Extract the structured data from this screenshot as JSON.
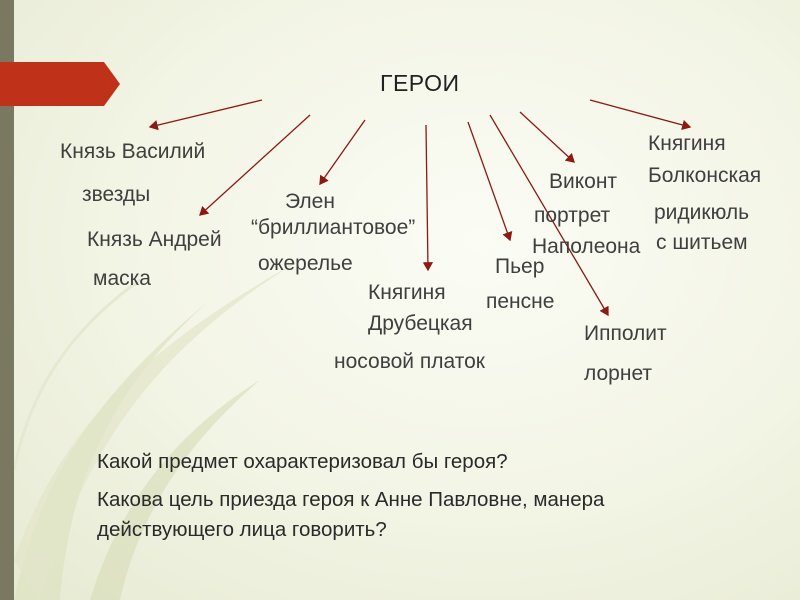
{
  "slide": {
    "title": "ГЕРОИ",
    "heroes": {
      "vasily_name": "Князь Василий",
      "vasily_item": "звезды",
      "andrey_name": "Князь Андрей",
      "andrey_item": "маска",
      "elen_name": "Элен",
      "elen_item_line1": "“бриллиантовое”",
      "elen_item_line2": "ожерелье",
      "drubetskaya_line1": "Княгиня",
      "drubetskaya_line2": "Друбецкая",
      "drubetskaya_item": "носовой платок",
      "pierre_name": "Пьер",
      "pierre_item": "пенсне",
      "vikont_name": "Виконт",
      "vikont_item_line1": "портрет",
      "vikont_item_line2": "Наполеона",
      "bolkonskaya_line1": "Княгиня",
      "bolkonskaya_line2": "Болконская",
      "bolkonskaya_item_line1": "ридикюль",
      "bolkonskaya_item_line2": "с шитьем",
      "ippolit_name": "Ипполит",
      "ippolit_item": "лорнет"
    },
    "questions": {
      "q1": "Какой предмет охарактеризовал бы героя?",
      "q2_line1": "Какова цель приезда героя к Анне Павловне, манера",
      "q2_line2": "действующего лица говорить?"
    },
    "colors": {
      "arrow": "#8b1a12",
      "accent": "#c0311a",
      "sidebar": "#7a7860",
      "text": "#3f3f3f"
    }
  }
}
